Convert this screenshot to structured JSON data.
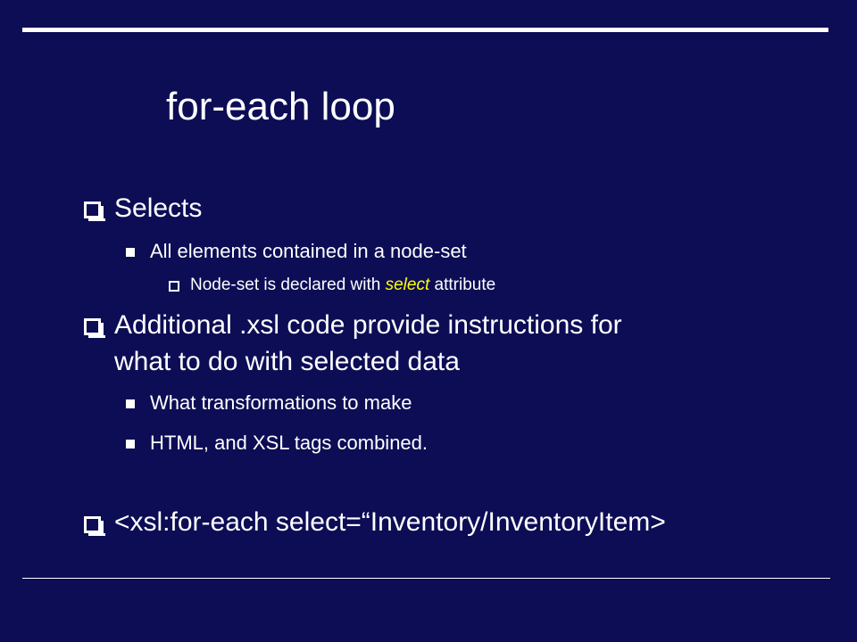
{
  "slide": {
    "title": "for-each loop",
    "bullets": [
      {
        "text": "Selects"
      },
      {
        "text": "All elements contained in a node-set"
      },
      {
        "text_before": "Node-set is declared with ",
        "highlight": "select",
        "text_after": " attribute"
      },
      {
        "line1": "Additional .xsl code provide instructions for",
        "line2": "what to do with selected data"
      },
      {
        "text": "What transformations to make"
      },
      {
        "text": "HTML, and XSL tags combined."
      },
      {
        "text": "<xsl:for-each select=“Inventory/InventoryItem>"
      }
    ],
    "colors": {
      "background": "#0d0d56",
      "text": "#ffffff",
      "highlight": "#ffff00"
    }
  }
}
